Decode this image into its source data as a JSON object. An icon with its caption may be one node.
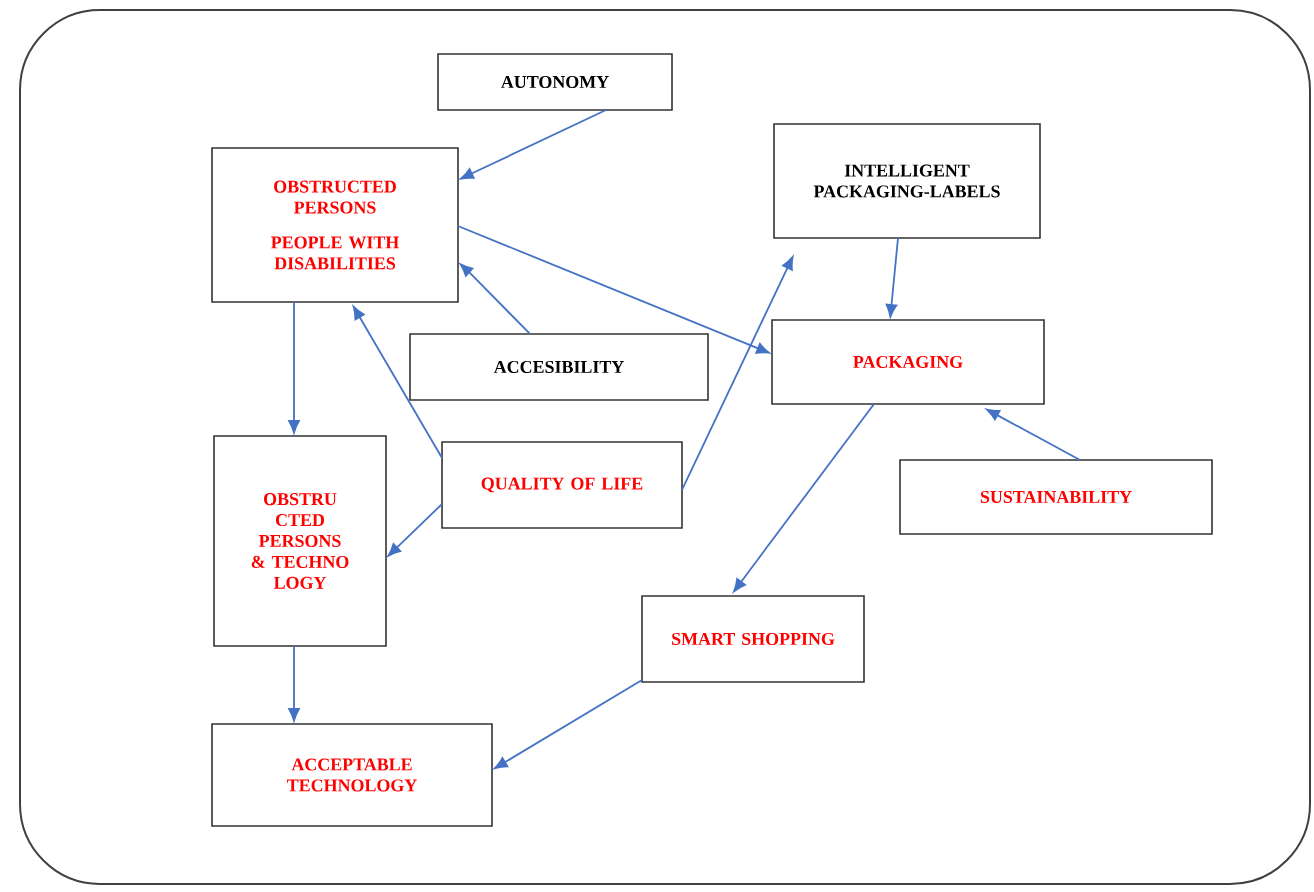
{
  "diagram": {
    "nodes": [
      {
        "text": [
          "AUTONOMY"
        ]
      },
      {
        "text": [
          "OBSTRUCTED PERSONS",
          "PEOPLE WITH DISABILITIES"
        ]
      },
      {
        "text": [
          "INTELLIGENT PACKAGING-LABELS"
        ]
      },
      {
        "text": [
          "ACCESIBILITY"
        ]
      },
      {
        "text": [
          "PACKAGING"
        ]
      },
      {
        "text": [
          "QUALITY OF LIFE"
        ]
      },
      {
        "text": [
          "OBSTRU CTED PERSONS & TECHNO LOGY"
        ]
      },
      {
        "text": [
          "SUSTAINABILITY"
        ]
      },
      {
        "text": [
          "SMART SHOPPING"
        ]
      },
      {
        "text": [
          "ACCEPTABLE TECHNOLOGY"
        ]
      }
    ],
    "edges": [
      {
        "from": 0,
        "to": 1,
        "arrow": "to"
      },
      {
        "from": 1,
        "to": 4,
        "arrow": "to"
      },
      {
        "from": 3,
        "to": 1,
        "arrow": "to"
      },
      {
        "from": 5,
        "to": 1,
        "arrow": "to"
      },
      {
        "from": 1,
        "to": 6,
        "arrow": "to"
      },
      {
        "from": 5,
        "to": 6,
        "arrow": "to"
      },
      {
        "from": 5,
        "to": 2,
        "arrow": "to"
      },
      {
        "from": 2,
        "to": 4,
        "arrow": "to"
      },
      {
        "from": 7,
        "to": 4,
        "arrow": "to"
      },
      {
        "from": 4,
        "to": 8,
        "arrow": "to"
      },
      {
        "from": 6,
        "to": 9,
        "arrow": "to"
      },
      {
        "from": 8,
        "to": 9,
        "arrow": "to"
      }
    ]
  }
}
